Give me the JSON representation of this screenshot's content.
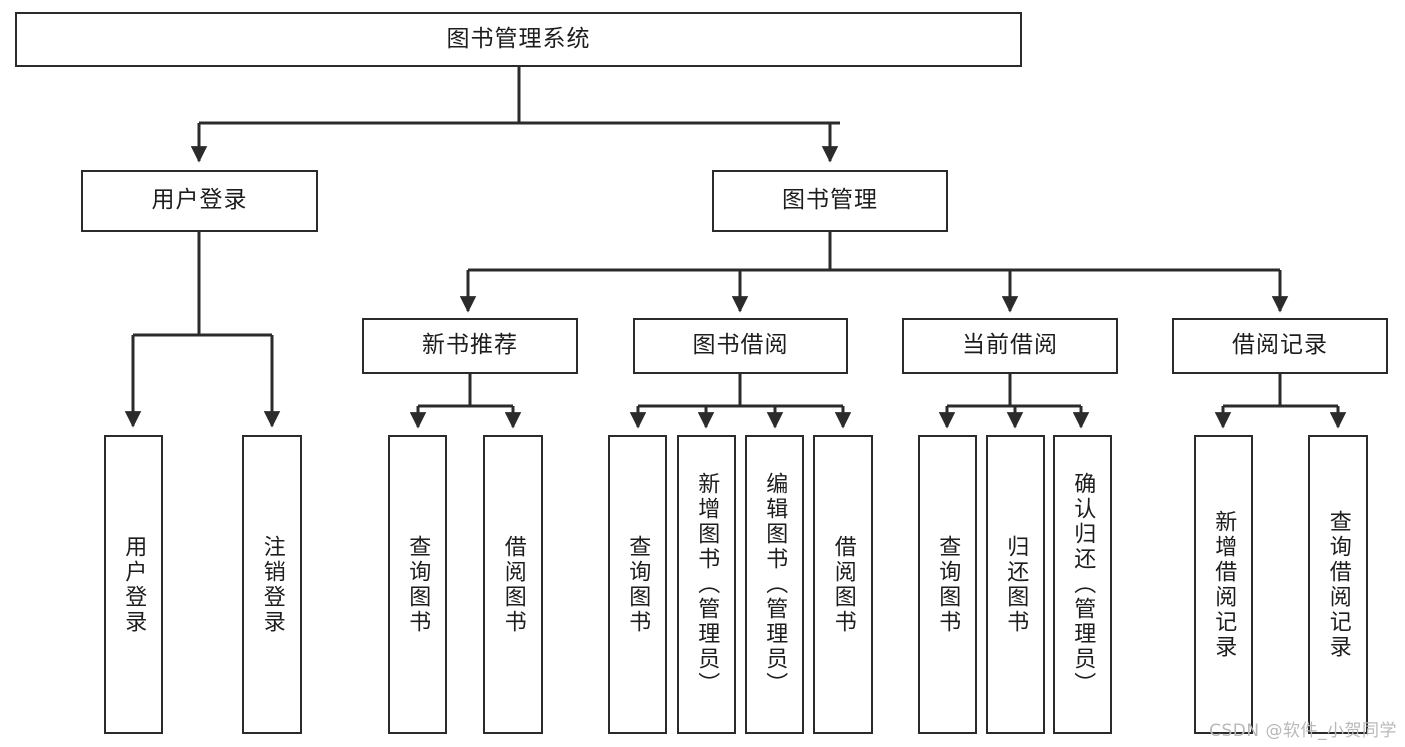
{
  "diagram": {
    "title": "图书管理系统",
    "watermark": "CSDN @软件_小贺同学",
    "line_color": "#2b2b2b",
    "box_fill": "#ffffff",
    "text_color": "#1d1d1d",
    "nodes": {
      "root": {
        "label": "图书管理系统"
      },
      "level2": [
        {
          "label": "用户登录"
        },
        {
          "label": "图书管理"
        }
      ],
      "level3": [
        {
          "label": "新书推荐"
        },
        {
          "label": "图书借阅"
        },
        {
          "label": "当前借阅"
        },
        {
          "label": "借阅记录"
        }
      ],
      "leaves": {
        "user_login": [
          {
            "label": "用户登录"
          },
          {
            "label": "注销登录"
          }
        ],
        "new_book_recommend": [
          {
            "label": "查询图书"
          },
          {
            "label": "借阅图书"
          }
        ],
        "book_borrow": [
          {
            "label": "查询图书"
          },
          {
            "label": "新增图书（管理员）"
          },
          {
            "label": "编辑图书（管理员）"
          },
          {
            "label": "借阅图书"
          }
        ],
        "current_borrow": [
          {
            "label": "查询图书"
          },
          {
            "label": "归还图书"
          },
          {
            "label": "确认归还（管理员）"
          }
        ],
        "borrow_record": [
          {
            "label": "新增借阅记录"
          },
          {
            "label": "查询借阅记录"
          }
        ]
      }
    }
  }
}
